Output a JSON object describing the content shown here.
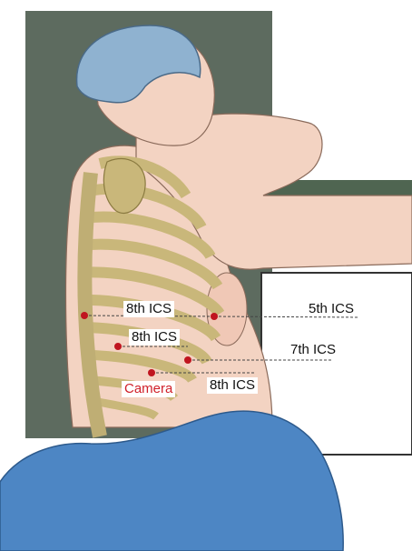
{
  "labels": {
    "ics_8th_upper": "8th ICS",
    "ics_8th_lower": "8th ICS",
    "ics_8th_right": "8th ICS",
    "ics_5th": "5th ICS",
    "ics_7th": "7th ICS",
    "camera": "Camera"
  },
  "colors": {
    "port_marker": "#c0151f",
    "camera_label": "#d0202a",
    "drape": "#4d86c4",
    "cap": "#8fb2d0",
    "wall": "#5d6b5f",
    "skin": "#f3d3c2",
    "bone": "#c9b77a"
  }
}
